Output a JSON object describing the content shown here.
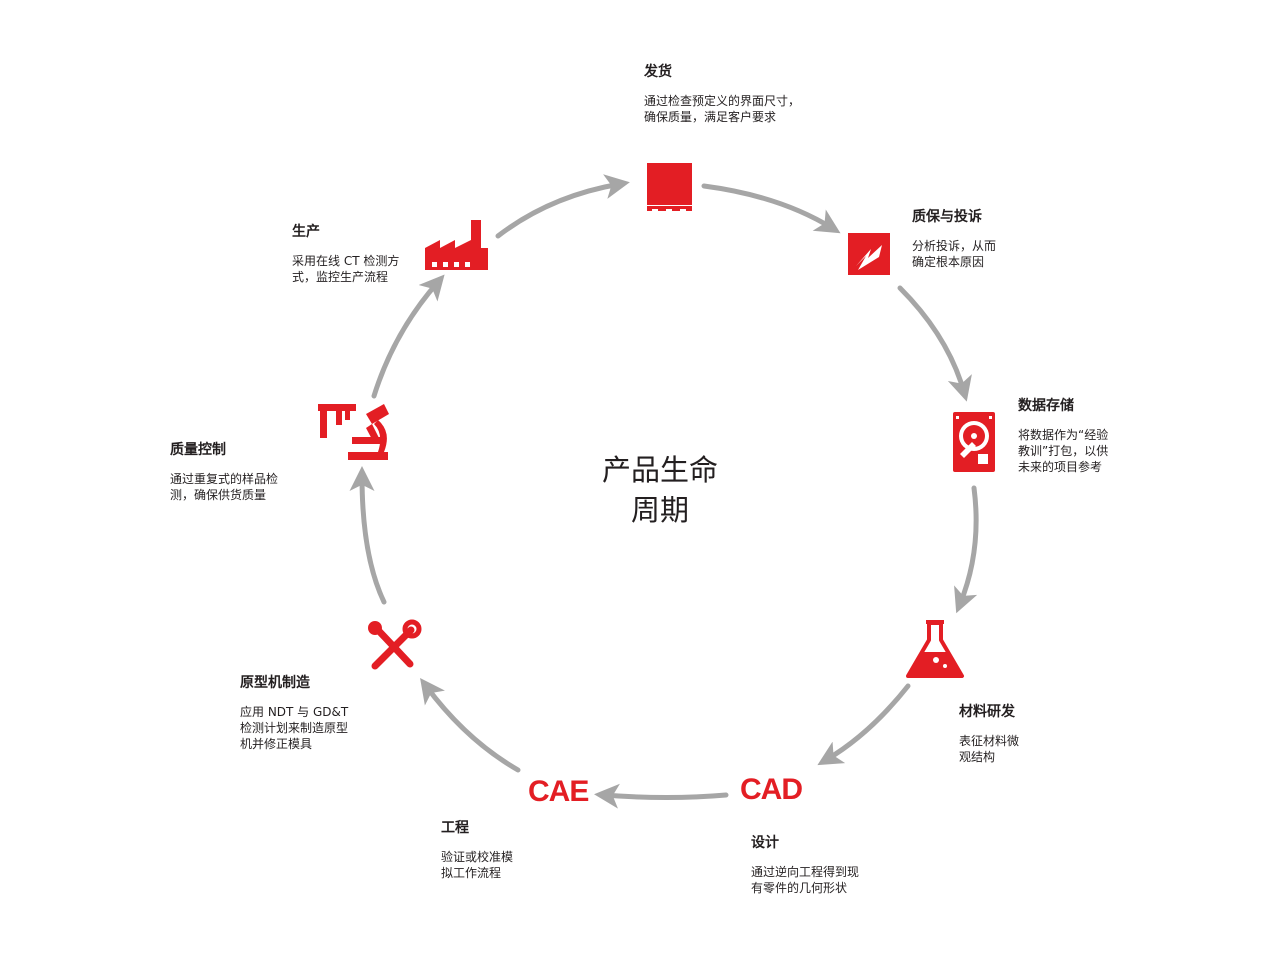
{
  "center": {
    "line1": "产品生命",
    "line2": "周期"
  },
  "colors": {
    "accent": "#e31e24",
    "arrow": "#a6a6a6",
    "text": "#231f20"
  },
  "stages": [
    {
      "id": "shipping",
      "icon": "shipping-box-icon",
      "title": "发货",
      "desc": [
        "通过检查预定义的界面尺寸，",
        "确保质量，满足客户要求"
      ]
    },
    {
      "id": "warranty",
      "icon": "lightning-complaint-icon",
      "title": "质保与投诉",
      "desc": [
        "分析投诉，从而",
        "确定根本原因"
      ]
    },
    {
      "id": "storage",
      "icon": "hard-drive-icon",
      "title": "数据存储",
      "desc": [
        "将数据作为“经验",
        "教训”打包，以供",
        "未来的项目参考"
      ]
    },
    {
      "id": "materials",
      "icon": "flask-icon",
      "title": "材料研发",
      "desc": [
        "表征材料微",
        "观结构"
      ]
    },
    {
      "id": "design",
      "icon": "cad-label",
      "label": "CAD",
      "title": "设计",
      "desc": [
        "通过逆向工程得到现",
        "有零件的几何形状"
      ]
    },
    {
      "id": "engineering",
      "icon": "cae-label",
      "label": "CAE",
      "title": "工程",
      "desc": [
        "验证或校准模",
        "拟工作流程"
      ]
    },
    {
      "id": "prototype",
      "icon": "tools-icon",
      "title": "原型机制造",
      "desc": [
        "应用 NDT 与 GD&T",
        "检测计划来制造原型",
        "机并修正模具"
      ]
    },
    {
      "id": "qc",
      "icon": "caliper-microscope-icon",
      "title": "质量控制",
      "desc": [
        "通过重复式的样品检",
        "测，确保供货质量"
      ]
    },
    {
      "id": "production",
      "icon": "factory-icon",
      "title": "生产",
      "desc": [
        "采用在线 CT 检测方",
        "式，监控生产流程"
      ]
    }
  ]
}
